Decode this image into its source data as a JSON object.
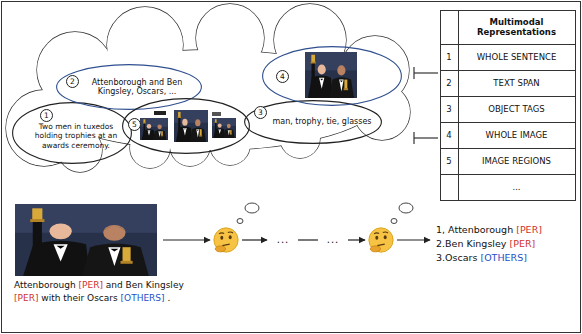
{
  "diagram": {
    "nodes": [
      {
        "text": [
          "1",
          "Two men in tuxedos holding trophies at an awards ceremony."
        ]
      },
      {
        "text": [
          "2",
          "Attenborough and Ben Kingsley, Oscars, ..."
        ]
      },
      {
        "text": [
          "3",
          "man, trophy, tie, glasses"
        ]
      },
      {
        "text": [
          "4"
        ]
      },
      {
        "text": [
          "5"
        ]
      }
    ],
    "labels": [
      "Multimodal Representations",
      "1",
      "WHOLE SENTENCE",
      "2",
      "TEXT SPAN",
      "3",
      "OBJECT TAGS",
      "4",
      "WHOLE IMAGE",
      "5",
      "IMAGE REGIONS",
      "...",
      "Attenborough",
      "[PER]",
      "and Ben Kingsley",
      "[PER]",
      "with their Oscars",
      "[OTHERS]",
      ".",
      "...",
      "...",
      "1, Attenborough",
      "[PER]",
      "2.Ben Kingsley",
      "[PER]",
      "3.Oscars",
      "[OTHERS]"
    ]
  }
}
